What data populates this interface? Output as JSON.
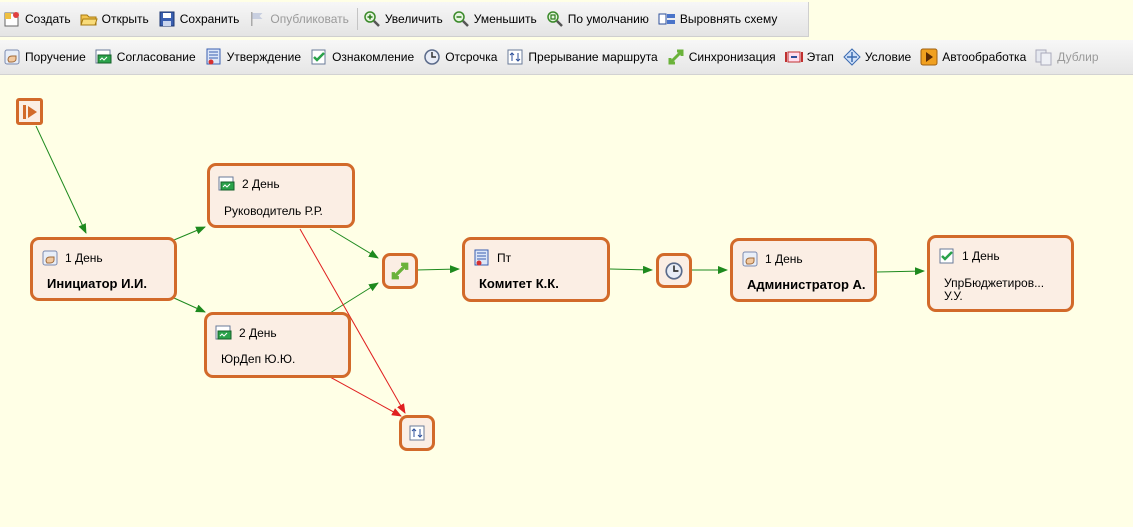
{
  "toolbar_main": {
    "create": "Создать",
    "open": "Открыть",
    "save": "Сохранить",
    "publish": "Опубликовать",
    "zoom_in": "Увеличить",
    "zoom_out": "Уменьшить",
    "zoom_default": "По умолчанию",
    "align": "Выровнять схему"
  },
  "toolbar_blocks": {
    "assignment": "Поручение",
    "approval": "Согласование",
    "confirmation": "Утверждение",
    "acquaint": "Ознакомление",
    "delay": "Отсрочка",
    "route_break": "Прерывание маршрута",
    "sync": "Синхронизация",
    "stage": "Этап",
    "condition": "Условие",
    "autoprocess": "Автообработка",
    "duplicate": "Дублир"
  },
  "nodes": {
    "initiator": {
      "duration": "1 День",
      "title": "Инициатор И.И."
    },
    "head": {
      "duration": "2 День",
      "title": "Руководитель Р.Р."
    },
    "legal": {
      "duration": "2 День",
      "title": "ЮрДеп Ю.Ю."
    },
    "committee": {
      "duration": "Пт",
      "title": "Комитет К.К."
    },
    "admin": {
      "duration": "1 День",
      "title": "Администратор А."
    },
    "budget": {
      "duration": "1 День",
      "title_line1": "УпрБюджетиров...",
      "title_line2": "У.У."
    }
  },
  "colors": {
    "node_border": "#d26a2a",
    "node_fill": "#fbeee4",
    "canvas": "#ffffe6",
    "edge_ok": "#1e8a1e",
    "edge_reject": "#e02020"
  }
}
